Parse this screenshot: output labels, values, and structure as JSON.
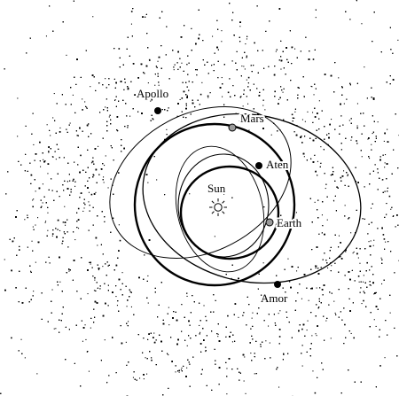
{
  "labels": {
    "sun": "Sun",
    "earth": "Earth",
    "mars": "Mars",
    "aten": "Aten",
    "apollo": "Apollo",
    "amor": "Amor"
  },
  "colors": {
    "ink": "#000000",
    "background": "#ffffff",
    "earth_marker": "#9a9a9a",
    "mars_marker": "#9a9a9a"
  },
  "icons": {
    "sun": "sun-icon"
  }
}
